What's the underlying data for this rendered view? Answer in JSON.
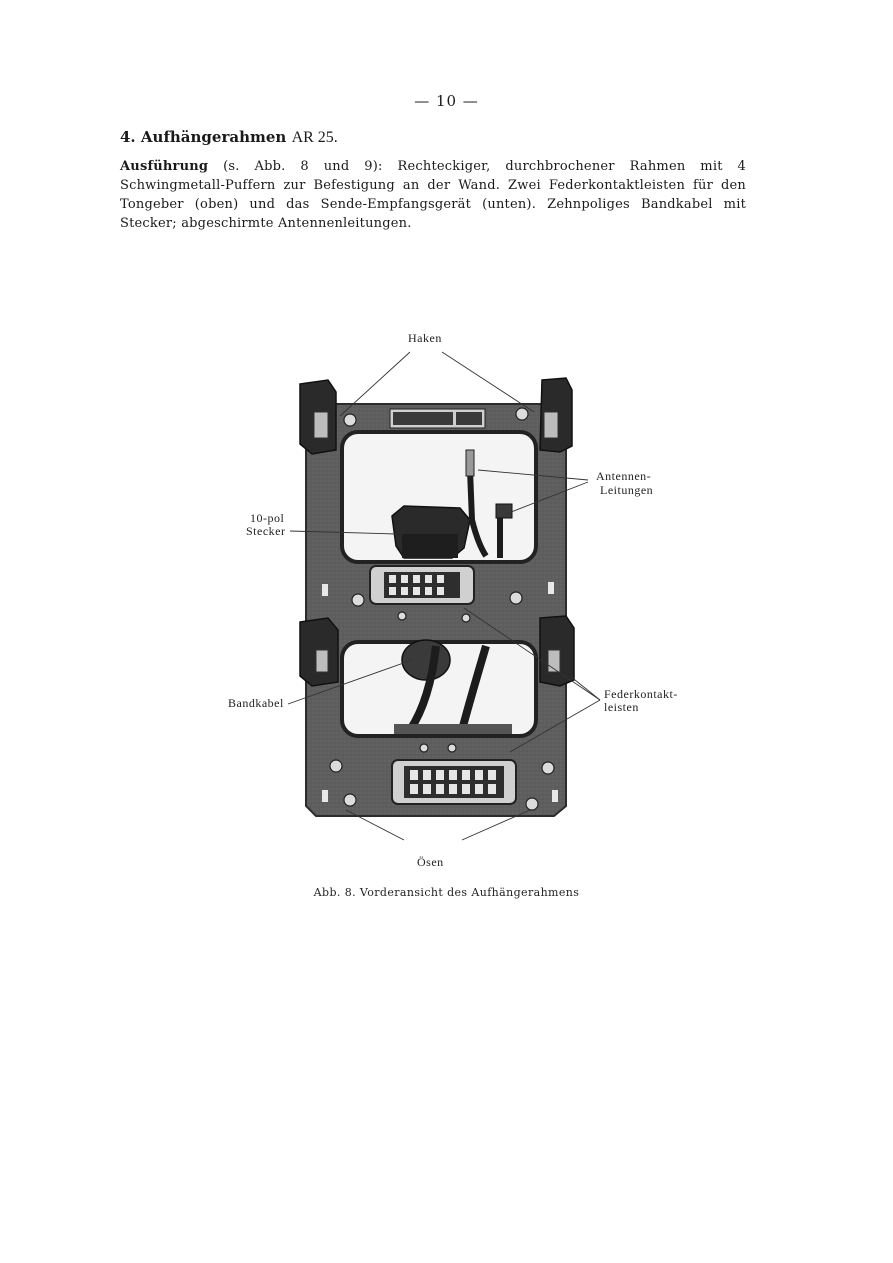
{
  "page_number": "— 10 —",
  "heading": {
    "number": "4.",
    "title": "Aufhängerahmen",
    "model": "AR 25."
  },
  "body": {
    "lead": "Ausführung",
    "text": " (s. Abb. 8 und 9): Rechteckiger, durchbrochener Rahmen mit 4 Schwingmetall-Puffern zur Befestigung an der Wand. Zwei Federkontaktleisten für den Tongeber (oben) und das Sende-Empfangsgerät (unten). Zehnpoliges Bandkabel mit Stecker; abgeschirmte Antennenleitungen."
  },
  "figure": {
    "labels": {
      "haken": "Haken",
      "antennen_1": "Antennen-",
      "antennen_2": "Leitungen",
      "stecker_1": "10-pol",
      "stecker_2": "Stecker",
      "bandkabel": "Bandkabel",
      "feder_1": "Federkontakt-",
      "feder_2": "leisten",
      "oesen": "Ösen"
    },
    "caption": "Abb. 8.   Vorderansicht des Aufhängerahmens"
  }
}
